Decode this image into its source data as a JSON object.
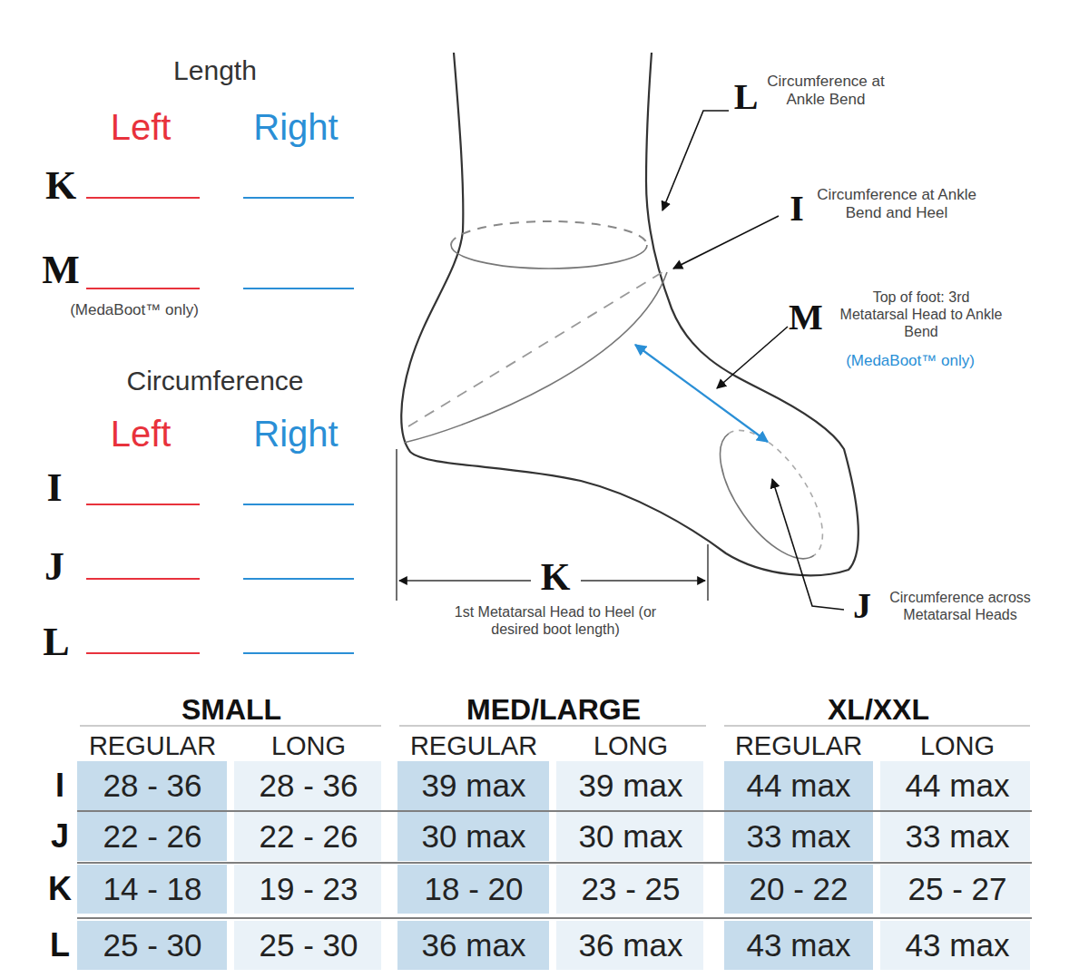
{
  "diagram": {
    "labels": [
      "Length",
      "Left",
      "Right",
      "K",
      "M",
      "(MedaBoot™ only)",
      "Circumference",
      "Left",
      "Right",
      "I",
      "J",
      "L",
      "L",
      "Circumference at Ankle Bend",
      "I",
      "Circumference at Ankle Bend and Heel",
      "M",
      "Top of foot: 3rd Metatarsal Head to Ankle Bend",
      "(MedaBoot™ only)",
      "K",
      "1st Metatarsal Head to Heel (or desired boot length)",
      "J",
      "Circumference across Metatarsal Heads",
      "SMALL",
      "MED/LARGE",
      "XL/XXL",
      "REGULAR",
      "LONG",
      "REGULAR",
      "LONG",
      "REGULAR",
      "LONG",
      "I",
      "28 - 36",
      "28 - 36",
      "39 max",
      "39 max",
      "44 max",
      "44 max",
      "J",
      "22 - 26",
      "22 - 26",
      "30 max",
      "30 max",
      "33 max",
      "33 max",
      "K",
      "14 - 18",
      "19 - 23",
      "18 - 20",
      "23 - 25",
      "20 - 22",
      "25 - 27",
      "L",
      "25 - 30",
      "25 - 30",
      "36 max",
      "36 max",
      "43 max",
      "43 max"
    ]
  }
}
